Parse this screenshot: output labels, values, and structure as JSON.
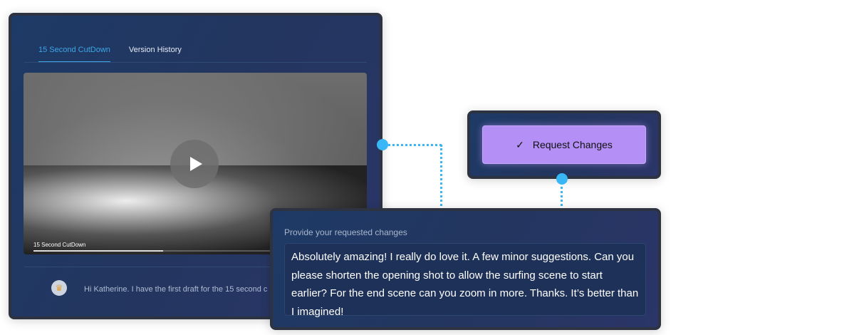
{
  "tabs": [
    {
      "label": "15 Second CutDown"
    },
    {
      "label": "Version History"
    }
  ],
  "video": {
    "caption": "15 Second CutDown",
    "progress": 0.4
  },
  "message": {
    "text": "Hi Katherine. I have the first draft for the 15 second c"
  },
  "request": {
    "label": "Request Changes",
    "icon": "check-icon"
  },
  "comment": {
    "label": "Provide your requested changes",
    "value": "Absolutely amazing! I really do love it. A few minor suggestions. Can you please shorten the opening shot to allow the surfing scene to start earlier? For the end scene can you zoom in more. Thanks. It’s better than I imagined!"
  },
  "colors": {
    "accent": "#3ea6e6",
    "button": "#b48ff5",
    "connector": "#39b6f5"
  }
}
